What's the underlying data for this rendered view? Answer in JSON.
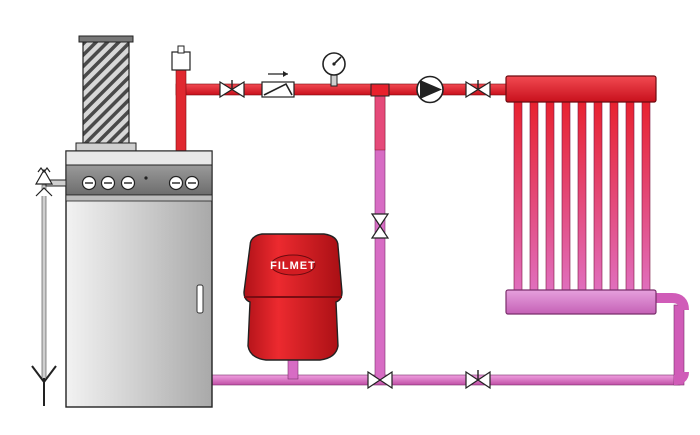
{
  "diagram": {
    "tank_brand": "FILMET",
    "colors": {
      "hot_pipe": "#e8202c",
      "return_pipe": "#e070c0",
      "tank": "#e31e24",
      "boiler_body": "#d4d4d4",
      "boiler_panel": "#8a8a8a",
      "chimney": "#5a5a5a",
      "outline": "#222222"
    },
    "components": [
      "chimney-flue",
      "electric-boiler",
      "control-knobs",
      "air-vent",
      "shutoff-valve",
      "check-valve",
      "pressure-gauge",
      "circulation-pump",
      "radiator",
      "expansion-tank",
      "safety-relief-valve",
      "drain-funnel",
      "bypass-valve"
    ]
  }
}
